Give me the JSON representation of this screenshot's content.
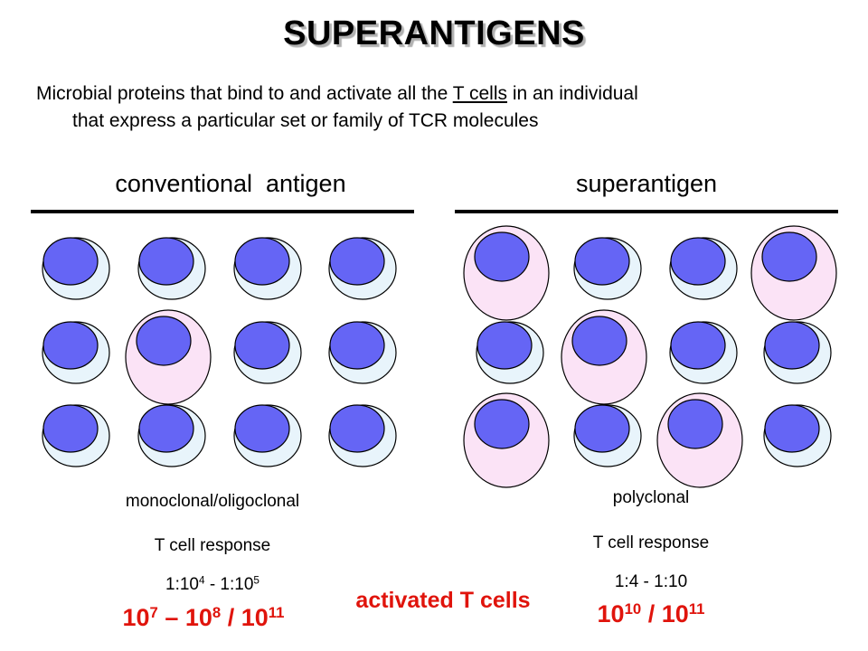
{
  "title": "SUPERANTIGENS",
  "definition": {
    "part1": "Microbial proteins that bind to and activate all the ",
    "link": "T cells",
    "part2": " in an individual",
    "line2": "that express a particular set or family of TCR molecules"
  },
  "conventional": {
    "heading": "conventional  antigen",
    "response_type": "monoclonal/oligoclonal",
    "response_label": "T cell response",
    "ratio_a": "1:10",
    "ratio_a_exp": "4",
    "ratio_sep": " - 1:10",
    "ratio_b_exp": "5",
    "count_base1": "10",
    "count_exp1": "7",
    "count_sep": " – 10",
    "count_exp2": "8",
    "count_tail": " / 10",
    "count_exp3": "11"
  },
  "superantigen": {
    "heading": "superantigen",
    "response_type": "polyclonal",
    "response_label": "T cell response",
    "ratio": "1:4 - 1:10",
    "count_base": "10",
    "count_exp1": "10",
    "count_tail": " / 10",
    "count_exp2": "11"
  },
  "center_label": "activated T cells",
  "colors": {
    "resting_cell": "#e8f4fb",
    "activated_cell": "#fbe3f6",
    "nucleus": "#6565f5",
    "highlight": "#e0140c"
  },
  "cell_grids": {
    "conventional": {
      "rows": 3,
      "cols": 4,
      "activated": [
        [
          1,
          1
        ]
      ]
    },
    "superantigen": {
      "rows": 3,
      "cols": 4,
      "activated": [
        [
          0,
          0
        ],
        [
          0,
          3
        ],
        [
          1,
          1
        ],
        [
          2,
          0
        ],
        [
          2,
          2
        ]
      ]
    }
  }
}
